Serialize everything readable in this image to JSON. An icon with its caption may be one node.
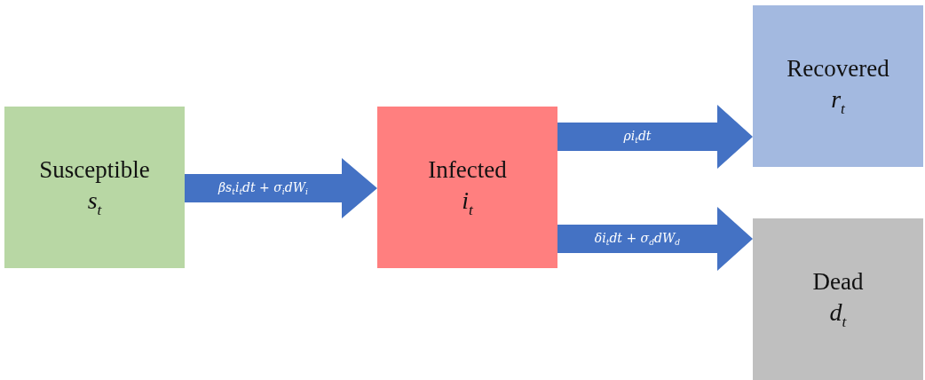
{
  "diagram": {
    "nodes": [
      {
        "text": [
          "Susceptible",
          "s$_{t}$"
        ]
      },
      {
        "text": [
          "Infected",
          "i$_{t}$"
        ]
      },
      {
        "text": [
          "Recovered",
          "r$_{t}$"
        ]
      },
      {
        "text": [
          "Dead",
          "d$_{t}$"
        ]
      }
    ],
    "edges": [
      {
        "from": 0,
        "to": 1,
        "arrow": "to",
        "label": "βs$_{t}$i$_{t}$dt + σ$_{i}$dW$_{i}$"
      },
      {
        "from": 1,
        "to": 2,
        "arrow": "to",
        "label": "ρi$_{t}$dt"
      },
      {
        "from": 1,
        "to": 3,
        "arrow": "to",
        "label": "δi$_{t}$dt + σ$_{d}$dW$_{d}$"
      }
    ]
  }
}
